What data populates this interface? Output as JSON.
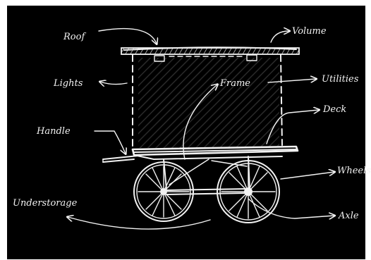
{
  "labels": {
    "roof": "Roof",
    "volume": "Volume",
    "lights": "Lights",
    "frame": "Frame",
    "utilities": "Utilities",
    "deck": "Deck",
    "handle": "Handle",
    "wheels": "Wheels",
    "understorage": "Understorage",
    "axle": "Axle"
  },
  "colors": {
    "background": "#000000",
    "ink": "#f2f2f2"
  }
}
